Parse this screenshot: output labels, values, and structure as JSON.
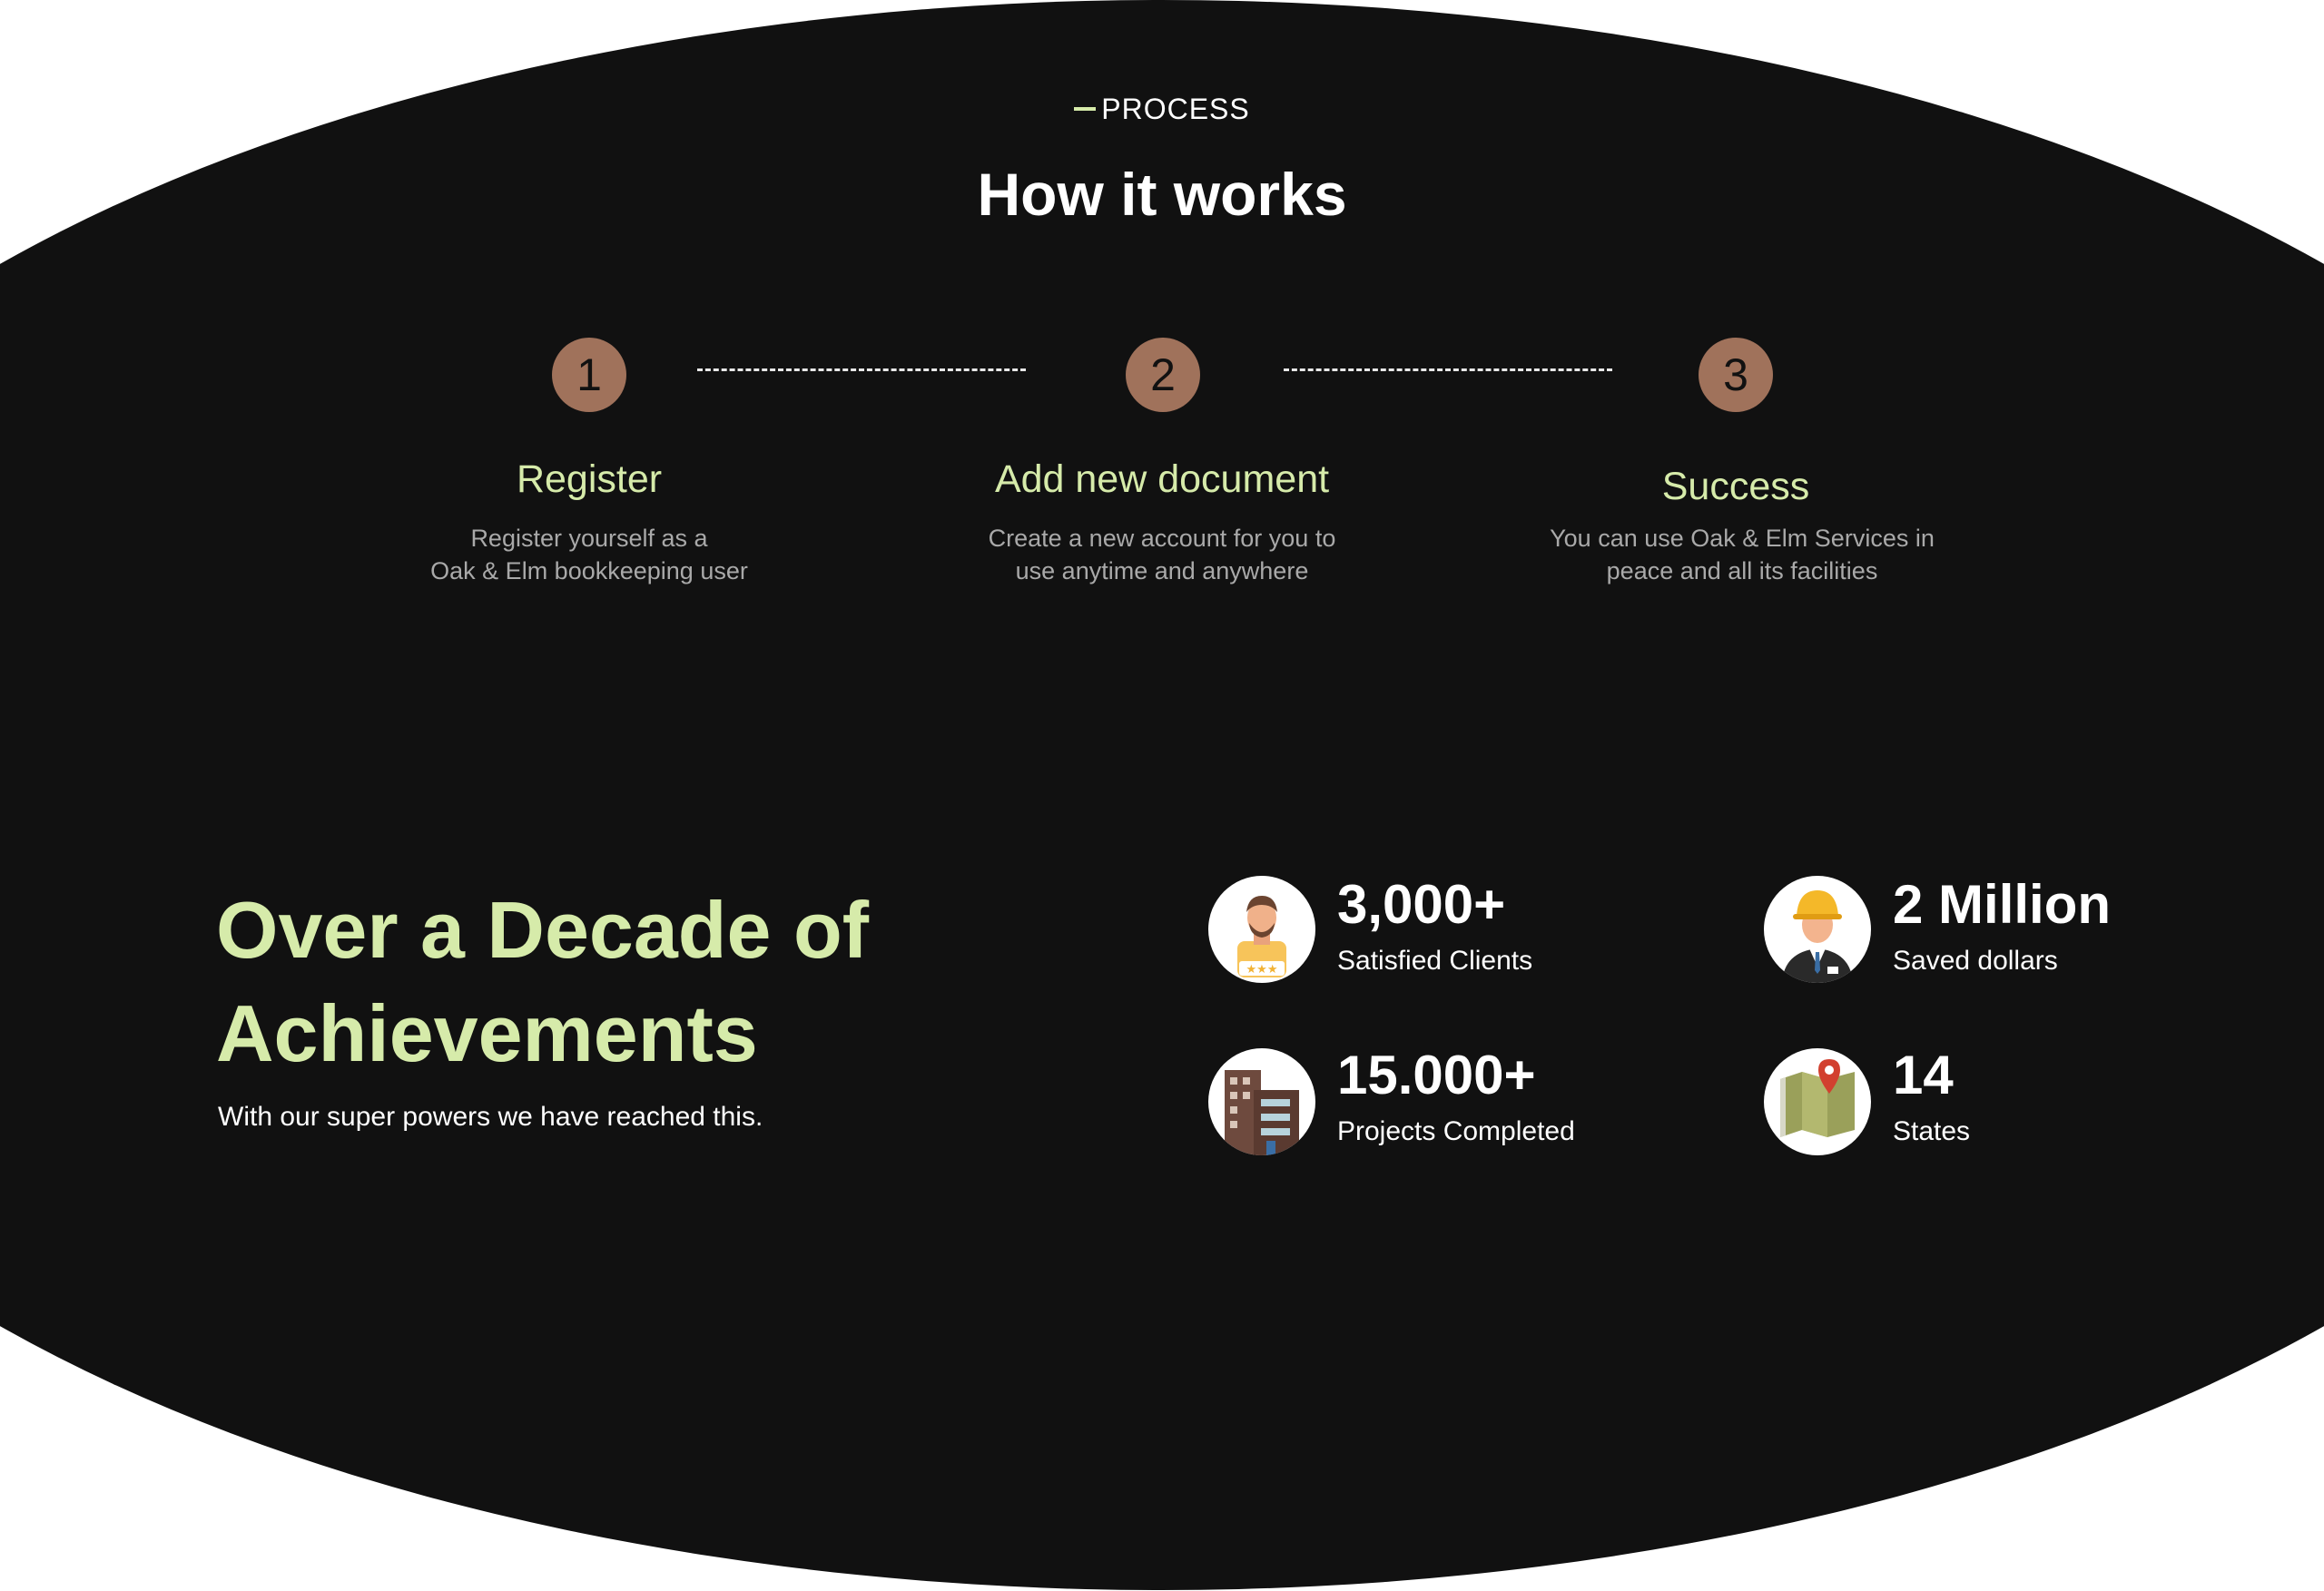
{
  "process": {
    "eyebrow": "PROCESS",
    "title": "How it works",
    "steps": [
      {
        "number": "1",
        "title": "Register",
        "description": "Register yourself as a\nOak & Elm bookkeeping user"
      },
      {
        "number": "2",
        "title": "Add new document",
        "description": "Create a new account for you to\nuse anytime and anywhere"
      },
      {
        "number": "3",
        "title": "Success",
        "description": "You can use Oak & Elm Services in\npeace and all its facilities"
      }
    ]
  },
  "achievements": {
    "heading_line1": "Over a Decade of",
    "heading_line2": "Achievements",
    "subtitle": "With our super powers we have reached this.",
    "stats": [
      {
        "value": "3,000+",
        "label": "Satisfied Clients",
        "icon": "client-icon"
      },
      {
        "value": "2 Million",
        "label": "Saved dollars",
        "icon": "engineer-icon"
      },
      {
        "value": "15.000+",
        "label": "Projects Completed",
        "icon": "building-icon"
      },
      {
        "value": "14",
        "label": "States",
        "icon": "map-pin-icon"
      }
    ]
  },
  "colors": {
    "background": "#111111",
    "accent": "#d6ebaa",
    "step_circle": "#a0725b",
    "muted_text": "#a9a9a9"
  }
}
